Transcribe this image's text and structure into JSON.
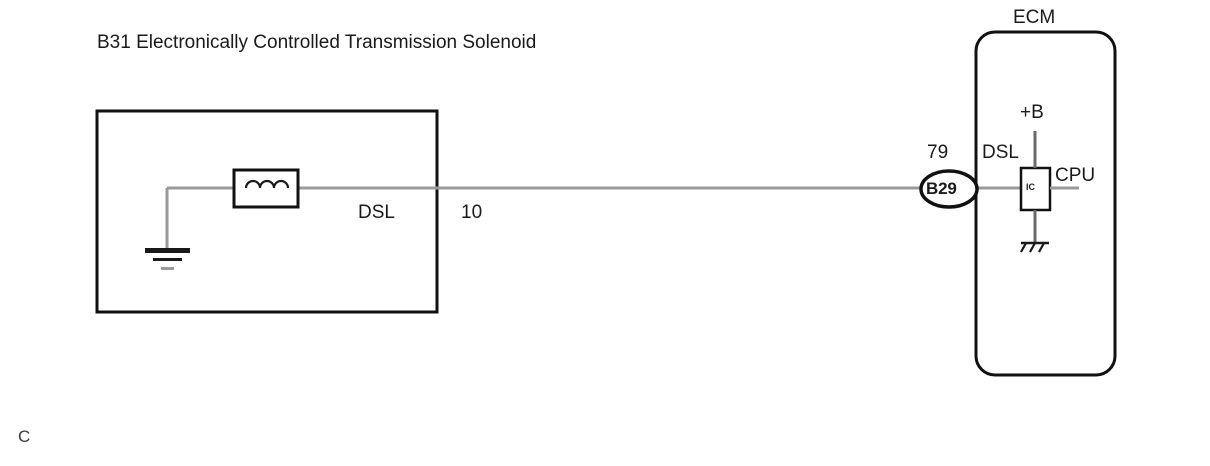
{
  "diagram": {
    "title": "B31 Electronically Controlled Transmission Solenoid",
    "page_marker": "C",
    "colors": {
      "wire": "#9a9a9a",
      "outline": "#111111",
      "text": "#1a1a1a",
      "background": "#ffffff"
    }
  },
  "solenoid_block": {
    "name": "B31 Electronically Controlled Transmission Solenoid",
    "coil_symbol": "inductor-coil",
    "ground_symbol": "signal-ground",
    "terminal_label": "DSL"
  },
  "wire": {
    "label": "10",
    "signal_name": "DSL"
  },
  "connector": {
    "id": "B29",
    "pin_number": "79"
  },
  "ecm": {
    "title": "ECM",
    "terminal_label": "DSL",
    "power_label": "+B",
    "cpu_label": "CPU",
    "ic_label": "IC",
    "ground_symbol": "chassis-ground"
  }
}
